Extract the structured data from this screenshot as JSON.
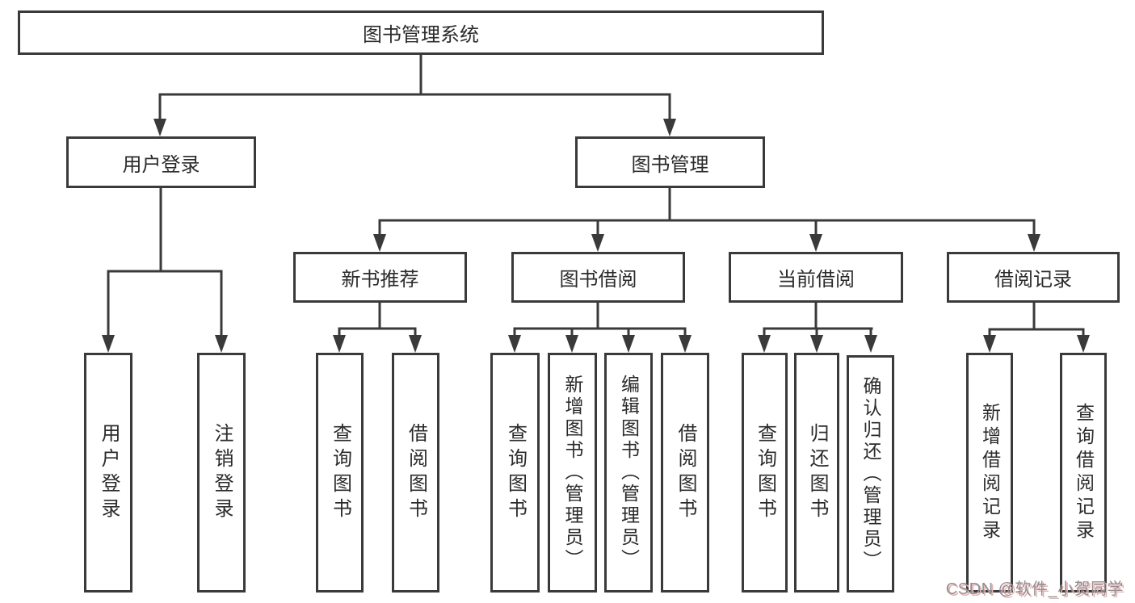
{
  "tree": {
    "root": {
      "label": "图书管理系统",
      "children": [
        {
          "label": "用户登录",
          "children": [
            {
              "label": "用户登录"
            },
            {
              "label": "注销登录"
            }
          ]
        },
        {
          "label": "图书管理",
          "children": [
            {
              "label": "新书推荐",
              "children": [
                {
                  "label": "查询图书"
                },
                {
                  "label": "借阅图书"
                }
              ]
            },
            {
              "label": "图书借阅",
              "children": [
                {
                  "label": "查询图书"
                },
                {
                  "label": "新增图书（管理员）"
                },
                {
                  "label": "编辑图书（管理员）"
                },
                {
                  "label": "借阅图书"
                }
              ]
            },
            {
              "label": "当前借阅",
              "children": [
                {
                  "label": "查询图书"
                },
                {
                  "label": "归还图书"
                },
                {
                  "label": "确认归还（管理员）"
                }
              ]
            },
            {
              "label": "借阅记录",
              "children": [
                {
                  "label": "新增借阅记录"
                },
                {
                  "label": "查询借阅记录"
                }
              ]
            }
          ]
        }
      ]
    }
  },
  "watermark": {
    "text": "CSDN @软件_小贺同学"
  },
  "colors": {
    "line_color": "#3a3a3a",
    "text_color": "#2b2b2b",
    "background": "#ffffff",
    "watermark_text_color": "#8d919a",
    "watermark_shadow_color": "#efb0a9"
  }
}
